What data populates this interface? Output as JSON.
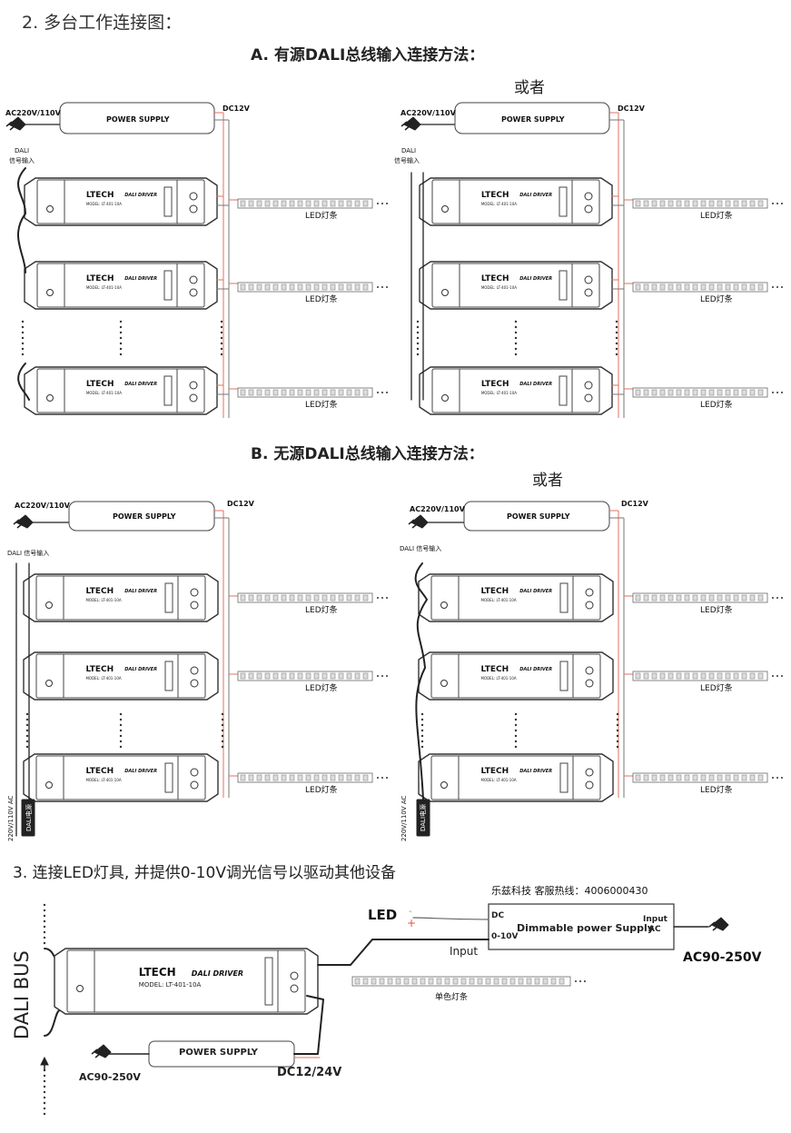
{
  "section2": {
    "heading": "2. 多台工作连接图：",
    "part_a": {
      "title": "A. 有源DALI总线输入连接方法：",
      "or": "或者",
      "ac_label": "AC220V/110V",
      "power_supply": "POWER SUPPLY",
      "dc_label": "DC12V",
      "dali_input": [
        "DALI",
        "信号输入"
      ],
      "brand": "LTECH",
      "driver": "DALI DRIVER",
      "model": "MODEL: LT-401-10A",
      "led_strip": "LED灯条"
    },
    "part_b": {
      "title": "B. 无源DALI总线输入连接方法：",
      "or": "或者",
      "ac_label": "AC220V/110V",
      "power_supply": "POWER SUPPLY",
      "dc_label": "DC12V",
      "dali_input": "DALI 信号输入",
      "bus_ac": "220V/110V AC",
      "bus_box": "DALI电源",
      "brand": "LTECH",
      "driver": "DALI DRIVER",
      "model": "MODEL: LT-401-10A",
      "led_strip": "LED灯条"
    }
  },
  "section3": {
    "heading": "3. 连接LED灯具, 并提供0-10V调光信号以驱动其他设备",
    "hotline": "乐兹科技 客服热线：4006000430",
    "led_label": "LED",
    "dc_label": "DC",
    "v_label": "0-10V",
    "dimmable": "Dimmable power Supply",
    "input_ac": [
      "Input",
      "AC"
    ],
    "input": "Input",
    "ac_range_right": "AC90-250V",
    "dali_bus": "DALI BUS",
    "brand": "LTECH",
    "driver": "DALI DRIVER",
    "model": "MODEL: LT-401-10A",
    "strip": "单色灯条",
    "power_supply": "POWER SUPPLY",
    "ac_range_left": "AC90-250V",
    "dc_out": "DC12/24V"
  }
}
